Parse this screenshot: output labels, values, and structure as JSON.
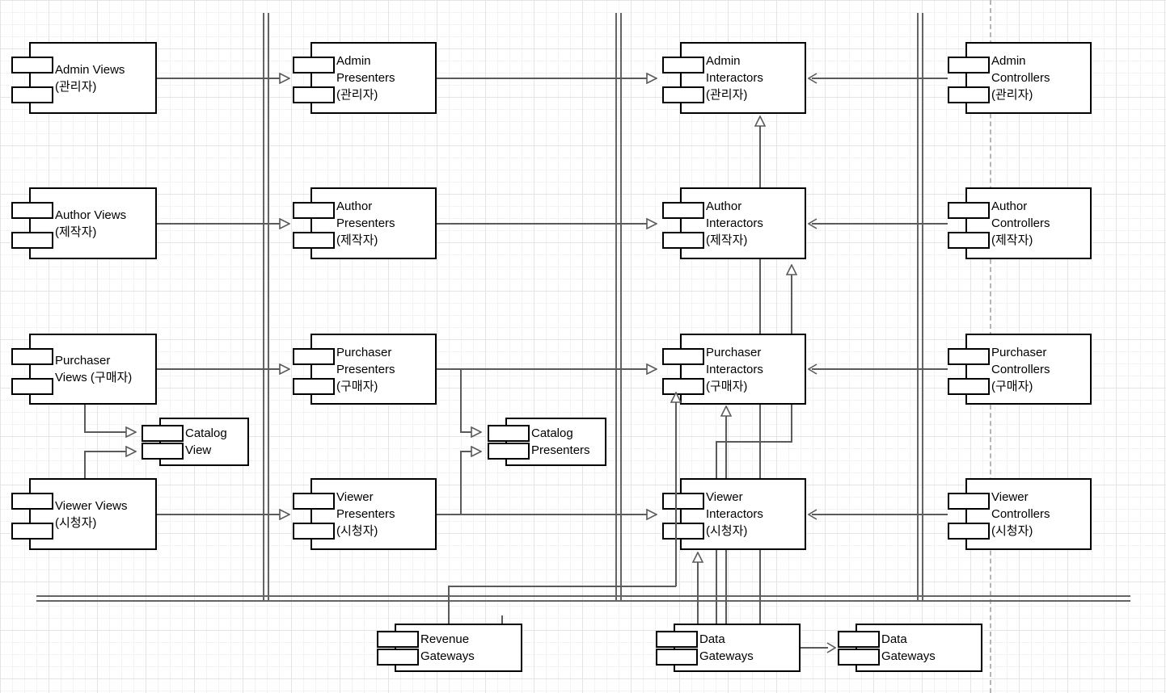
{
  "diagram": {
    "type": "uml-component-diagram",
    "components": [
      {
        "id": "admin-views",
        "label": "Admin Views (관리자)",
        "lines": [
          "Admin Views",
          "(관리자)"
        ]
      },
      {
        "id": "author-views",
        "label": "Author Views (제작자)",
        "lines": [
          "Author Views",
          "(제작자)"
        ]
      },
      {
        "id": "purchaser-views",
        "label": "Purchaser Views (구매자)",
        "lines": [
          "Purchaser",
          "Views (구매자)"
        ]
      },
      {
        "id": "catalog-view",
        "label": "Catalog View",
        "lines": [
          "Catalog",
          "View"
        ]
      },
      {
        "id": "viewer-views",
        "label": "Viewer Views (시청자)",
        "lines": [
          "Viewer Views",
          "(시청자)"
        ]
      },
      {
        "id": "admin-presenters",
        "label": "Admin Presenters (관리자)",
        "lines": [
          "Admin",
          "Presenters",
          "(관리자)"
        ]
      },
      {
        "id": "author-presenters",
        "label": "Author Presenters (제작자)",
        "lines": [
          "Author",
          "Presenters",
          "(제작자)"
        ]
      },
      {
        "id": "purchaser-presenters",
        "label": "Purchaser Presenters (구매자)",
        "lines": [
          "Purchaser",
          "Presenters",
          "(구매자)"
        ]
      },
      {
        "id": "catalog-presenters",
        "label": "Catalog Presenters",
        "lines": [
          "Catalog",
          "Presenters"
        ]
      },
      {
        "id": "viewer-presenters",
        "label": "Viewer Presenters (시청자)",
        "lines": [
          "Viewer",
          "Presenters",
          "(시청자)"
        ]
      },
      {
        "id": "admin-interactors",
        "label": "Admin Interactors (관리자)",
        "lines": [
          "Admin",
          "Interactors",
          "(관리자)"
        ]
      },
      {
        "id": "author-interactors",
        "label": "Author Interactors (제작자)",
        "lines": [
          "Author",
          "Interactors",
          "(제작자)"
        ]
      },
      {
        "id": "purchaser-interactors",
        "label": "Purchaser Interactors (구매자)",
        "lines": [
          "Purchaser",
          "Interactors",
          "(구매자)"
        ]
      },
      {
        "id": "viewer-interactors",
        "label": "Viewer Interactors (시청자)",
        "lines": [
          "Viewer",
          "Interactors",
          "(시청자)"
        ]
      },
      {
        "id": "admin-controllers",
        "label": "Admin Controllers (관리자)",
        "lines": [
          "Admin",
          "Controllers",
          "(관리자)"
        ]
      },
      {
        "id": "author-controllers",
        "label": "Author Controllers (제작자)",
        "lines": [
          "Author",
          "Controllers",
          "(제작자)"
        ]
      },
      {
        "id": "purchaser-controllers",
        "label": "Purchaser Controllers (구매자)",
        "lines": [
          "Purchaser",
          "Controllers",
          "(구매자)"
        ]
      },
      {
        "id": "viewer-controllers",
        "label": "Viewer Controllers (시청자)",
        "lines": [
          "Viewer",
          "Controllers",
          "(시청자)"
        ]
      },
      {
        "id": "revenue-gateways",
        "label": "Revenue Gateways",
        "lines": [
          "Revenue",
          "Gateways"
        ]
      },
      {
        "id": "data-gateways-1",
        "label": "Data Gateways",
        "lines": [
          "Data",
          "Gateways"
        ]
      },
      {
        "id": "data-gateways-2",
        "label": "Data Gateways",
        "lines": [
          "Data",
          "Gateways"
        ]
      }
    ],
    "connections": [
      {
        "from": "admin-views",
        "to": "admin-presenters",
        "arrow": "open-triangle"
      },
      {
        "from": "author-views",
        "to": "author-presenters",
        "arrow": "open-triangle"
      },
      {
        "from": "purchaser-views",
        "to": "purchaser-presenters",
        "arrow": "open-triangle"
      },
      {
        "from": "viewer-views",
        "to": "viewer-presenters",
        "arrow": "open-triangle"
      },
      {
        "from": "purchaser-views",
        "to": "catalog-view",
        "arrow": "open-triangle"
      },
      {
        "from": "viewer-views",
        "to": "catalog-view",
        "arrow": "open-triangle"
      },
      {
        "from": "admin-presenters",
        "to": "admin-interactors",
        "arrow": "open-triangle"
      },
      {
        "from": "author-presenters",
        "to": "author-interactors",
        "arrow": "open-triangle"
      },
      {
        "from": "purchaser-presenters",
        "to": "purchaser-interactors",
        "arrow": "open-triangle"
      },
      {
        "from": "viewer-presenters",
        "to": "viewer-interactors",
        "arrow": "open-triangle"
      },
      {
        "from": "purchaser-presenters",
        "to": "catalog-presenters",
        "arrow": "open-triangle"
      },
      {
        "from": "viewer-presenters",
        "to": "catalog-presenters",
        "arrow": "open-triangle"
      },
      {
        "from": "admin-controllers",
        "to": "admin-interactors",
        "arrow": "thin"
      },
      {
        "from": "author-controllers",
        "to": "author-interactors",
        "arrow": "thin"
      },
      {
        "from": "purchaser-controllers",
        "to": "purchaser-interactors",
        "arrow": "thin"
      },
      {
        "from": "viewer-controllers",
        "to": "viewer-interactors",
        "arrow": "thin"
      },
      {
        "from": "data-gateways-1",
        "to": "viewer-interactors",
        "arrow": "open-triangle"
      },
      {
        "from": "data-gateways-1",
        "to": "purchaser-interactors",
        "arrow": "open-triangle"
      },
      {
        "from": "data-gateways-1",
        "to": "author-interactors",
        "arrow": "open-triangle"
      },
      {
        "from": "data-gateways-1",
        "to": "admin-interactors",
        "arrow": "open-triangle"
      },
      {
        "from": "revenue-gateways",
        "to": "purchaser-interactors",
        "arrow": "open-triangle"
      },
      {
        "from": "data-gateways-1",
        "to": "data-gateways-2",
        "arrow": "thin"
      }
    ],
    "colors": {
      "background": "#ffffff",
      "grid_minor": "#f3f3f3",
      "grid_major": "#e4e4e4",
      "box_border": "#000000",
      "box_fill": "#ffffff",
      "edge": "#5a5a5a",
      "boundary": "#646464",
      "dashed_line": "#b5b5b5",
      "text": "#000000"
    }
  }
}
